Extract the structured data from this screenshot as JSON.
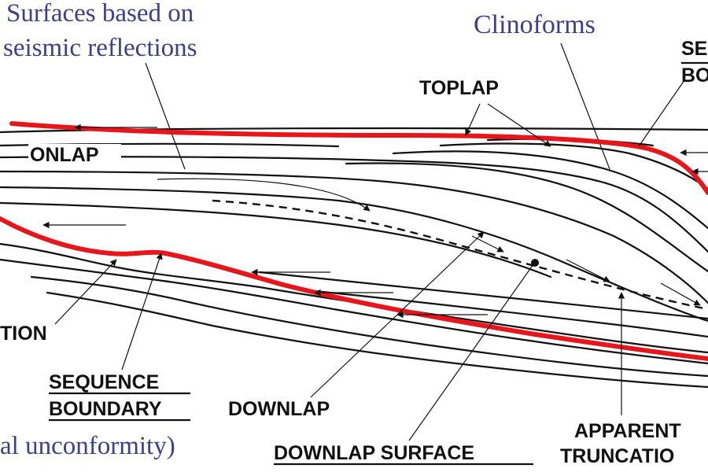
{
  "annotations": {
    "surfaces_line1": "Surfaces based on",
    "surfaces_line2": "seismic reflections",
    "clinoforms": "Clinoforms",
    "unconformity_partial": "al unconformity)"
  },
  "labels": {
    "toplap": "TOPLAP",
    "onlap": "ONLAP",
    "tion_partial": "TION",
    "seq_boundary_line1": "SEQUENCE",
    "seq_boundary_line2": "BOUNDARY",
    "downlap": "DOWNLAP",
    "downlap_surface": "DOWNLAP SURFACE",
    "apparent_line1": "APPARENT",
    "apparent_line2": "TRUNCATIO",
    "top_right_line1": "SE",
    "top_right_line2": "BO"
  },
  "colors": {
    "annotation_blue": "#3b3f8f",
    "sequence_boundary_red": "#e8161b",
    "ink": "#111111"
  }
}
